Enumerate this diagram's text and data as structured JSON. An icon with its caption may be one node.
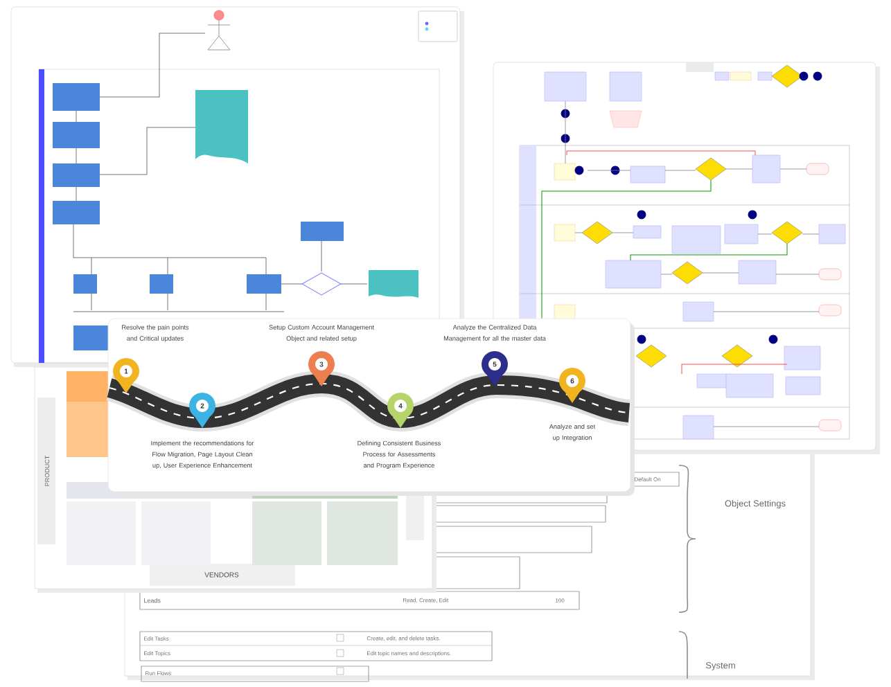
{
  "diagram": {
    "nodes": [
      {
        "text": [
          "1"
        ],
        "beside": [
          "Resolve the pain points and Critical updates"
        ]
      },
      {
        "text": [
          "2"
        ],
        "beside": [
          "Implement the recommendations for Flow Migration, Page Layout Clean up, User Experience Enhancement"
        ]
      },
      {
        "text": [
          "3"
        ],
        "beside": [
          "Setup Custom Account Management Object and related setup"
        ]
      },
      {
        "text": [
          "4"
        ],
        "beside": [
          "Defining Consistent Business Process for Assessments and Program Experience"
        ]
      },
      {
        "text": [
          "5"
        ],
        "beside": [
          "Analyze the Centralized Data Management for all the master data"
        ]
      },
      {
        "text": [
          "6"
        ],
        "beside": [
          "Analyze and set up Integration"
        ]
      }
    ],
    "labels": [
      "PRODUCT",
      "VENDORS",
      "Default On",
      "Object Settings",
      "Leads",
      "Read, Create, Edit",
      "100",
      "Edit Tasks",
      "Create, edit, and delete tasks.",
      "Edit Topics",
      "Edit topic names and descriptions.",
      "Run Flows",
      "System"
    ]
  }
}
